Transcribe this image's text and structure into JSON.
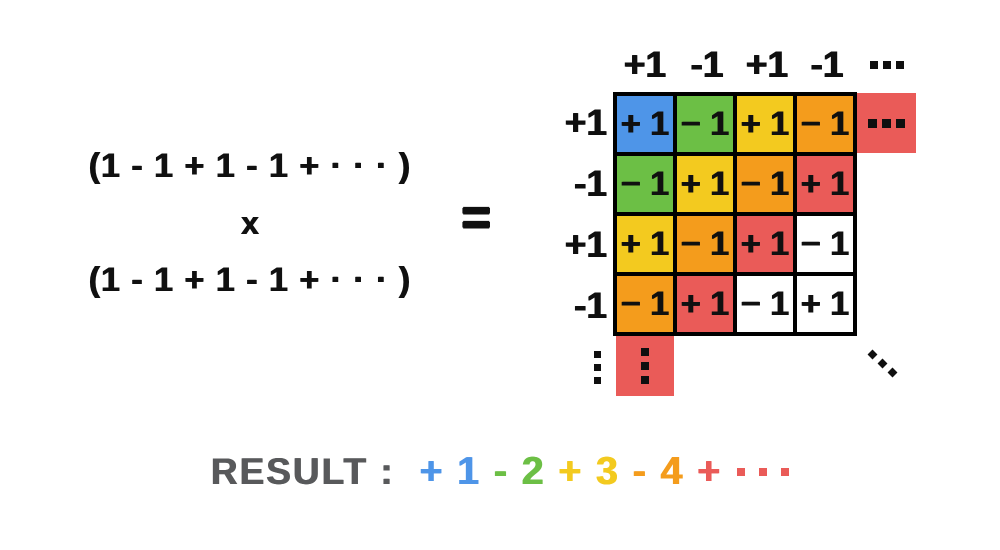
{
  "palette": {
    "blue": "#4e95e8",
    "green": "#6cbf45",
    "yellow": "#f3ca1f",
    "orange": "#f49c1c",
    "red": "#ea5b58",
    "white": "#ffffff",
    "ink": "#101010",
    "gray": "#58595b"
  },
  "expression": {
    "line1": "(1 - 1 + 1 - 1 + · · · )",
    "operator": "x",
    "line2": "(1 - 1 + 1 - 1 + · · · )",
    "equals": "="
  },
  "grid": {
    "col_headers": [
      "+1",
      "-1",
      "+1",
      "-1"
    ],
    "col_headers_ellipsis": "⋯",
    "row_headers": [
      "+1",
      "-1",
      "+1",
      "-1"
    ],
    "row_headers_ellipsis": "⋮",
    "cells": [
      [
        {
          "text": "+ 1",
          "color": "blue"
        },
        {
          "text": "− 1",
          "color": "green"
        },
        {
          "text": "+ 1",
          "color": "yellow"
        },
        {
          "text": "− 1",
          "color": "orange"
        }
      ],
      [
        {
          "text": "− 1",
          "color": "green"
        },
        {
          "text": "+ 1",
          "color": "yellow"
        },
        {
          "text": "− 1",
          "color": "orange"
        },
        {
          "text": "+ 1",
          "color": "red"
        }
      ],
      [
        {
          "text": "+ 1",
          "color": "yellow"
        },
        {
          "text": "− 1",
          "color": "orange"
        },
        {
          "text": "+ 1",
          "color": "red"
        },
        {
          "text": "− 1",
          "color": "white"
        }
      ],
      [
        {
          "text": "− 1",
          "color": "orange"
        },
        {
          "text": "+ 1",
          "color": "red"
        },
        {
          "text": "− 1",
          "color": "white"
        },
        {
          "text": "+ 1",
          "color": "white"
        }
      ]
    ],
    "right_extension": {
      "symbol": "⋯",
      "color": "red"
    },
    "bottom_extension": {
      "symbol": "⋮",
      "color": "red"
    },
    "diagonal_ellipsis": "⋱"
  },
  "result": {
    "label": "RESULT :",
    "terms": [
      {
        "text": "+ 1",
        "color": "blue"
      },
      {
        "text": "- 2",
        "color": "green"
      },
      {
        "text": "+ 3",
        "color": "yellow"
      },
      {
        "text": "- 4",
        "color": "orange"
      },
      {
        "text": "+",
        "color": "red"
      }
    ],
    "dots_color": "red"
  }
}
